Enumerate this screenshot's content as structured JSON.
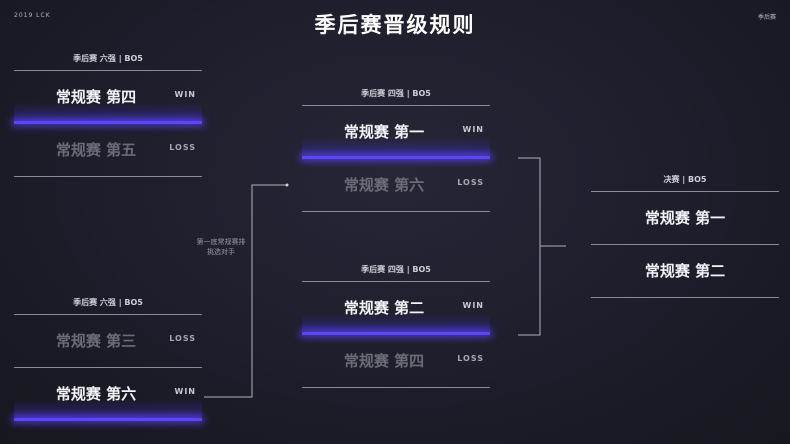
{
  "header": {
    "year_label": "2019 LCK",
    "title": "季后赛晋级规则",
    "top_right": "季后赛"
  },
  "groups": [
    {
      "head": "季后赛 六强 | BO5",
      "slots": [
        {
          "team": "常规赛 第四",
          "tag": "WIN",
          "result": "win"
        },
        {
          "team": "常规赛 第五",
          "tag": "LOSS",
          "result": "loss"
        }
      ]
    },
    {
      "head": "季后赛 六强 | BO5",
      "slots": [
        {
          "team": "常规赛 第三",
          "tag": "LOSS",
          "result": "loss"
        },
        {
          "team": "常规赛 第六",
          "tag": "WIN",
          "result": "win"
        }
      ]
    },
    {
      "head": "季后赛 四强 | BO5",
      "slots": [
        {
          "team": "常规赛 第一",
          "tag": "WIN",
          "result": "win"
        },
        {
          "team": "常规赛 第六",
          "tag": "LOSS",
          "result": "loss"
        }
      ]
    },
    {
      "head": "季后赛 四强 | BO5",
      "slots": [
        {
          "team": "常规赛 第二",
          "tag": "WIN",
          "result": "win"
        },
        {
          "team": "常规赛 第四",
          "tag": "LOSS",
          "result": "loss"
        }
      ]
    },
    {
      "head": "决赛 | BO5",
      "slots": [
        {
          "team": "常规赛 第一",
          "tag": "",
          "result": "none"
        },
        {
          "team": "常规赛 第二",
          "tag": "",
          "result": "none"
        }
      ]
    }
  ],
  "note": {
    "line1": "第一底常规赛排",
    "line2": "挑选对手"
  },
  "colors": {
    "win_glow": "#5b45ff",
    "line": "#8a8a98",
    "connector": "#b0b0bc"
  }
}
